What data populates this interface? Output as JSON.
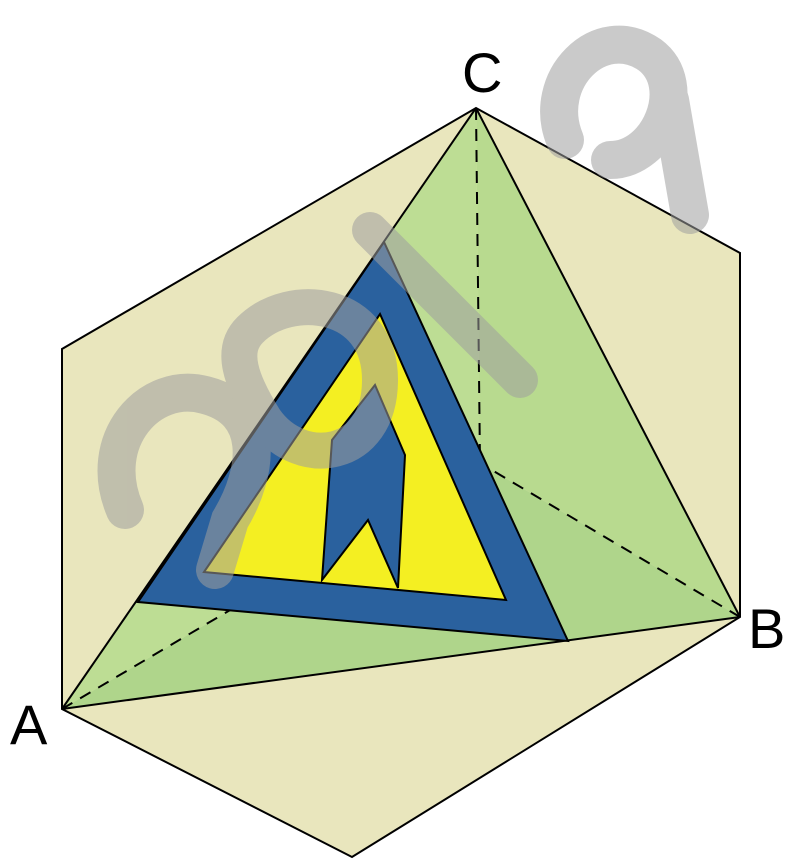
{
  "figure": {
    "vertices": {
      "a": "A",
      "b": "B",
      "c": "C"
    },
    "watermark": "2019",
    "colors": {
      "hexagon_fill": "#e9e6bd",
      "tetra_face_fill": "#b7dc8e",
      "tetra_dark_face": "#a8d184",
      "sign_border": "#2a619e",
      "sign_inner": "#f4ef22",
      "watermark": "#b3b3b3",
      "edge": "#000000"
    }
  }
}
